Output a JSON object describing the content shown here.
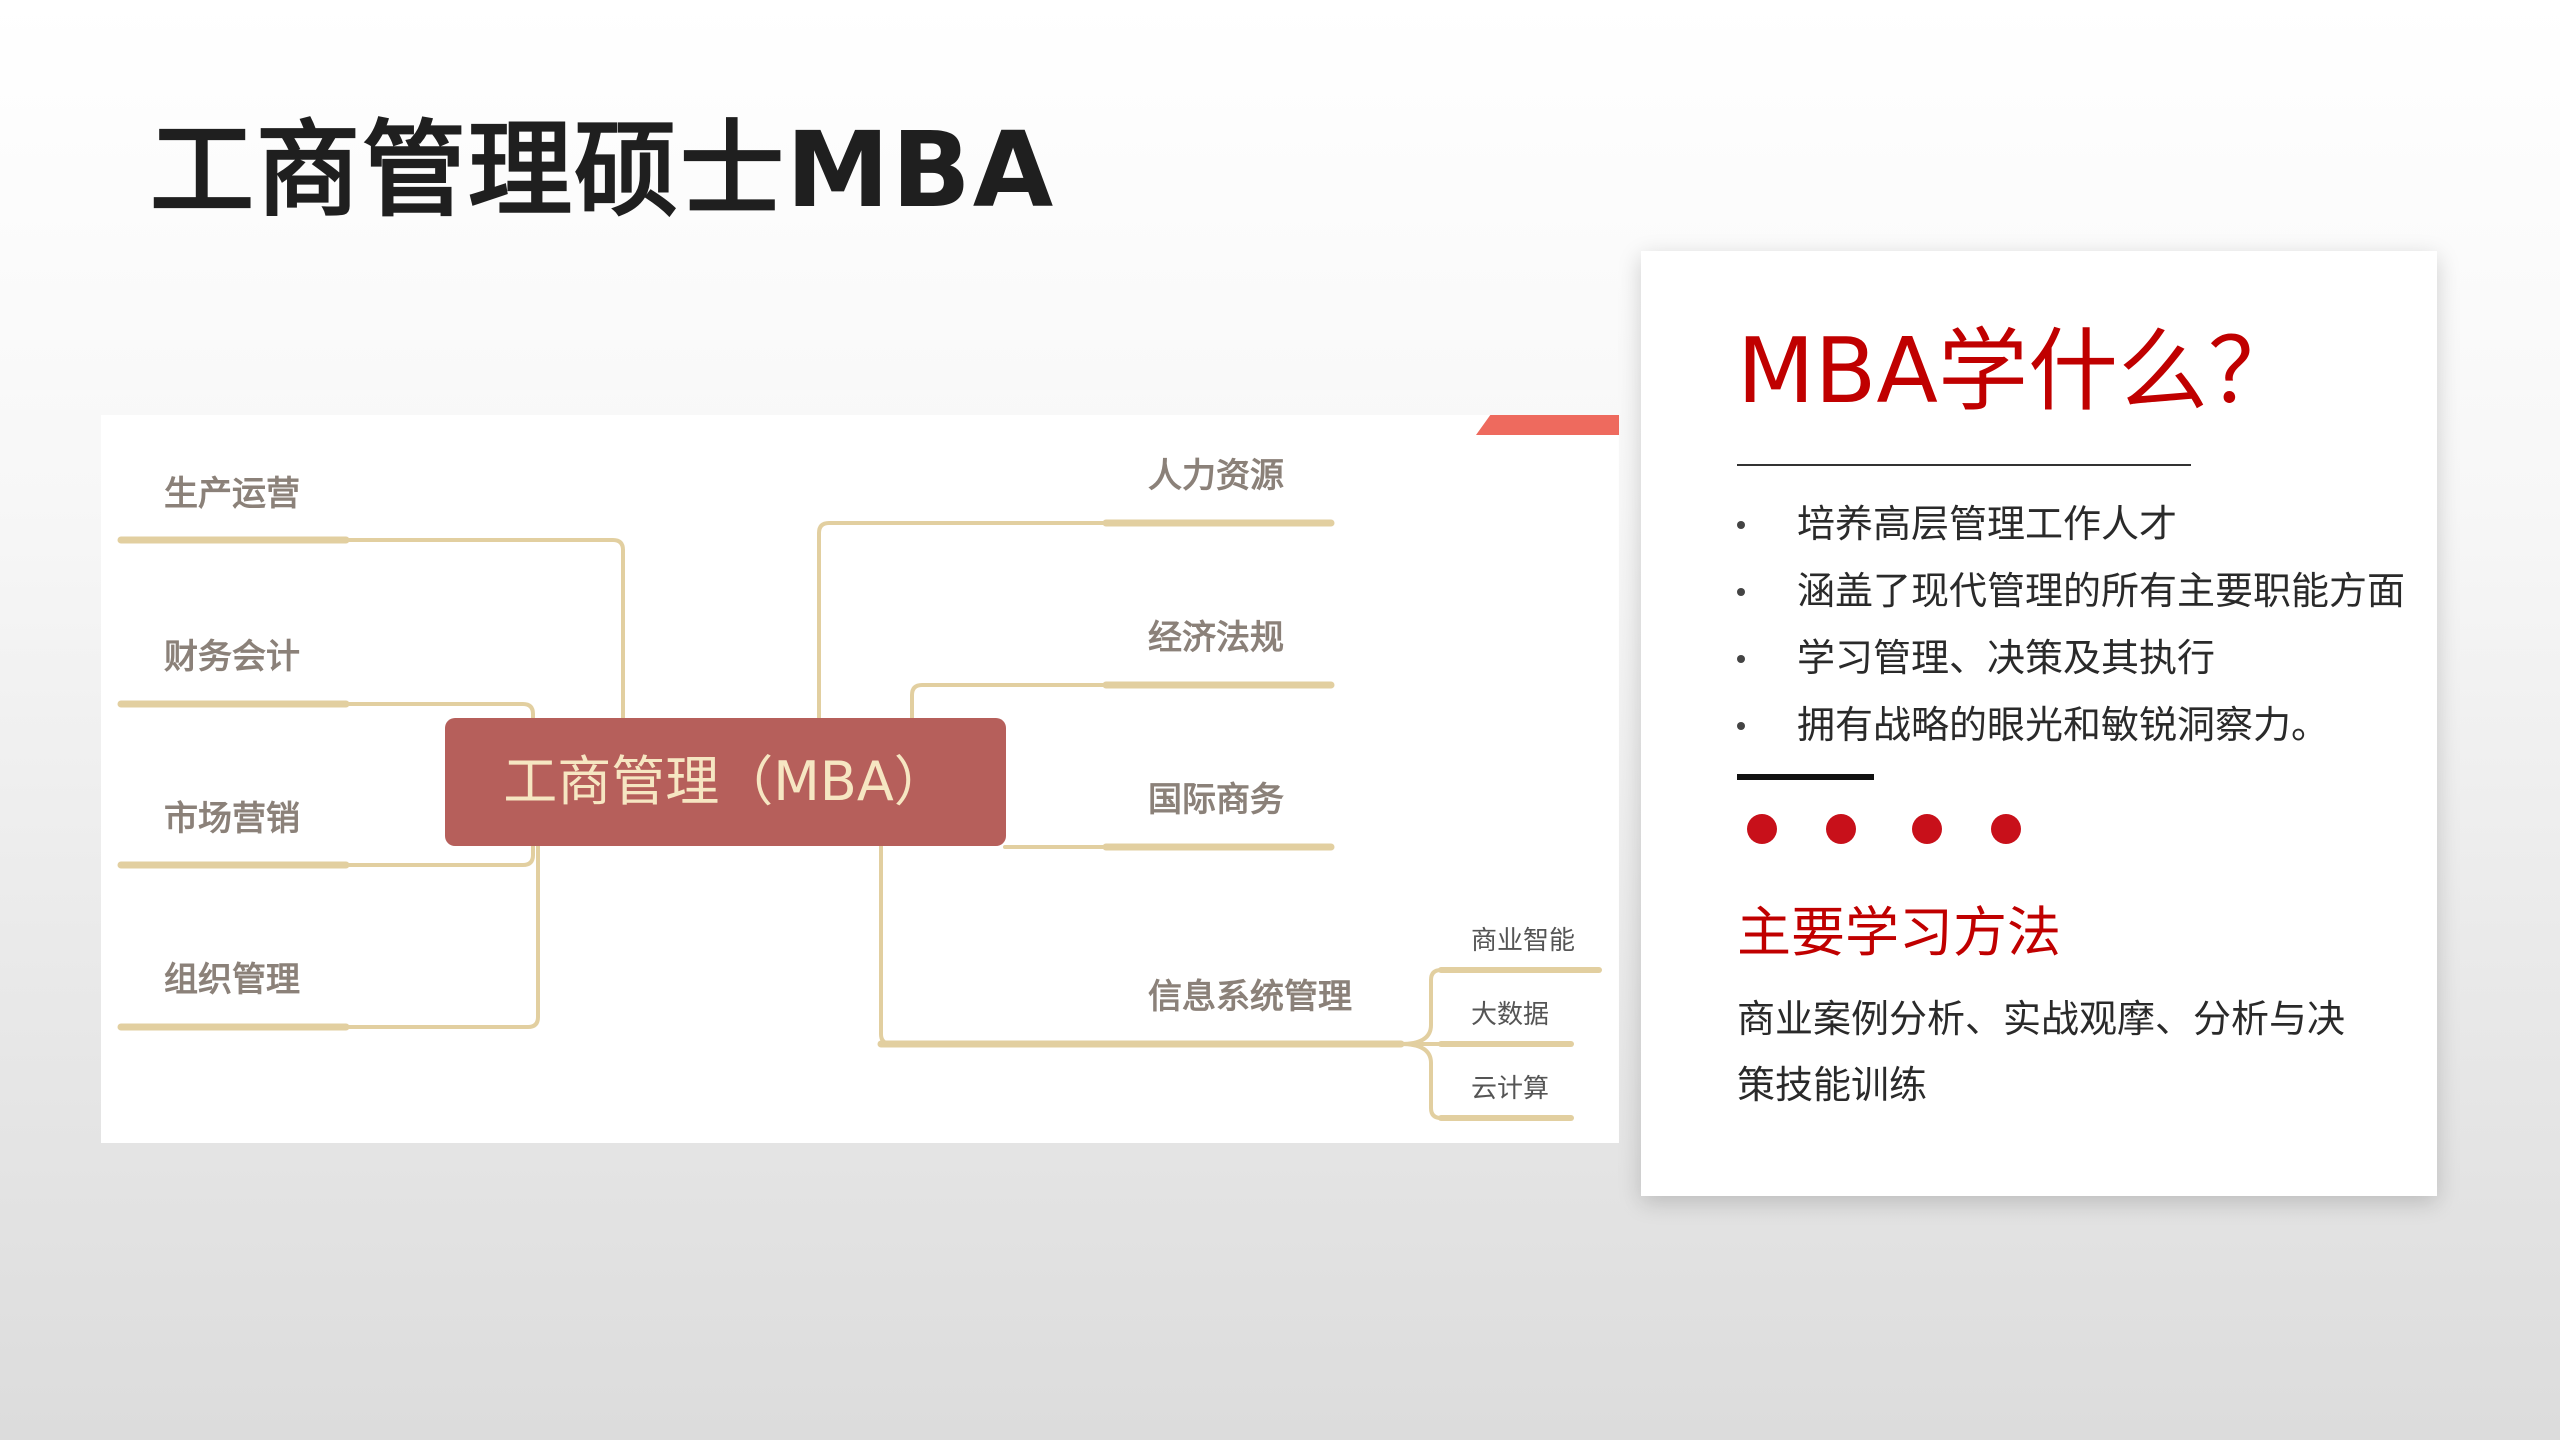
{
  "slide_title": "工商管理硕士MBA",
  "mindmap": {
    "center": "工商管理（MBA）",
    "left_branches": [
      "生产运营",
      "财务会计",
      "市场营销",
      "组织管理"
    ],
    "right_branches": [
      "人力资源",
      "经济法规",
      "国际商务",
      "信息系统管理"
    ],
    "sub_branches": [
      "商业智能",
      "大数据",
      "云计算"
    ]
  },
  "card": {
    "heading": "MBA学什么？",
    "bullets": [
      "培养高层管理工作人才",
      "涵盖了现代管理的所有主要职能方面",
      "学习管理、决策及其执行",
      "拥有战略的眼光和敏锐洞察力。"
    ],
    "method_title": "主要学习方法",
    "method_text": "商业案例分析、实战观摩、分析与决策技能训练"
  },
  "colors": {
    "accent_red": "#c00000",
    "center_node": "#b65f5b",
    "branch_line": "#e2cfa0",
    "dot_red": "#c8101a"
  }
}
